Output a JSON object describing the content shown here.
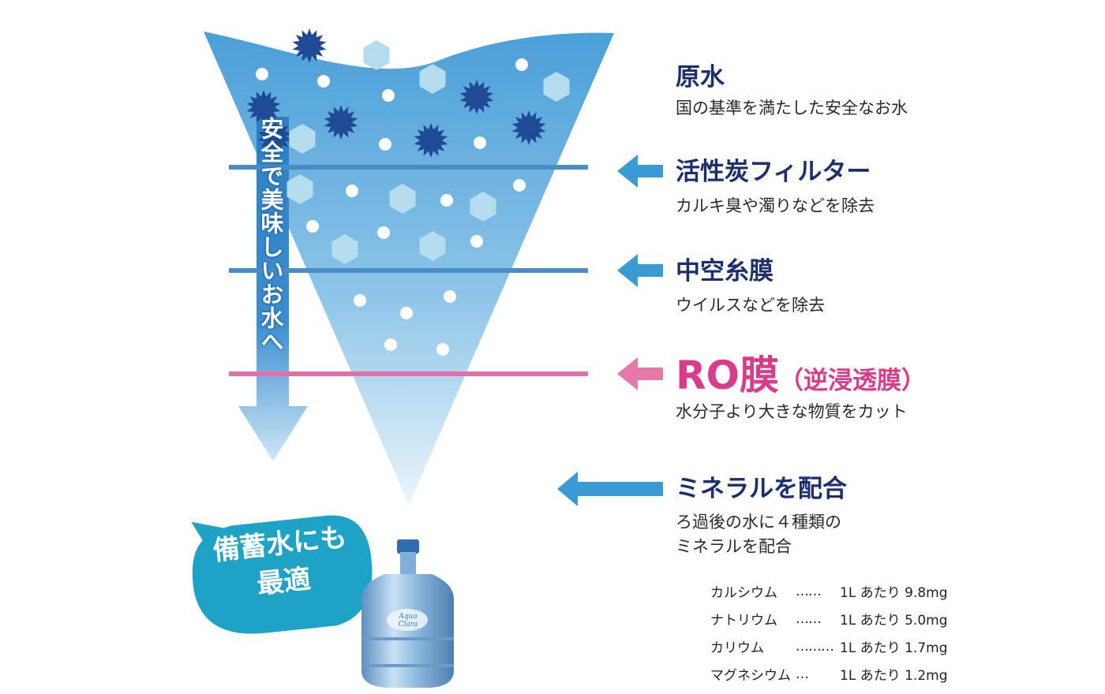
{
  "vertical_arrow_label": "安全で美味しいお水へ",
  "stages": {
    "raw": {
      "title": "原水",
      "desc": "国の基準を満たした安全なお水"
    },
    "carbon": {
      "title": "活性炭フィルター",
      "desc": "カルキ臭や濁りなどを除去"
    },
    "hollow": {
      "title": "中空糸膜",
      "desc": "ウイルスなどを除去"
    },
    "ro": {
      "title": "RO膜",
      "subtitle": "（逆浸透膜）",
      "desc": "水分子より大きな物質をカット"
    },
    "mineral": {
      "title": "ミネラルを配合",
      "desc_line1": "ろ過後の水に４種類の",
      "desc_line2": "ミネラルを配合"
    }
  },
  "bubble": {
    "line1": "備蓄水にも",
    "line2": "最適"
  },
  "bottle_logo": "Aqua Clara",
  "minerals": [
    {
      "name": "カルシウム",
      "dots": "……",
      "amount": "1L あたり 9.8mg"
    },
    {
      "name": "ナトリウム",
      "dots": "……",
      "amount": "1L あたり 5.0mg"
    },
    {
      "name": "カリウム",
      "dots": "………",
      "amount": "1L あたり 1.7mg"
    },
    {
      "name": "マグネシウム",
      "dots": "…",
      "amount": "1L あたり 1.2mg"
    }
  ],
  "colors": {
    "funnel_top": "#4a9fd8",
    "funnel_bottom": "#e6f3fb",
    "filter_line": "#4a8cc8",
    "ro_line": "#e46fa6",
    "arrow_blue": "#3a9ad6",
    "arrow_pink": "#e37aa8",
    "title_navy": "#1b2f6e",
    "ro_magenta": "#d93c8a",
    "bubble": "#1ea3c6",
    "germ": "#1f4a95",
    "crystal": "#b4dced"
  },
  "icons": {
    "germ": "spiky-germ-icon",
    "crystal": "hexagon-particle-icon",
    "dot": "small-particle-icon",
    "arrow": "left-arrow-icon",
    "bottle": "water-bottle-icon"
  }
}
